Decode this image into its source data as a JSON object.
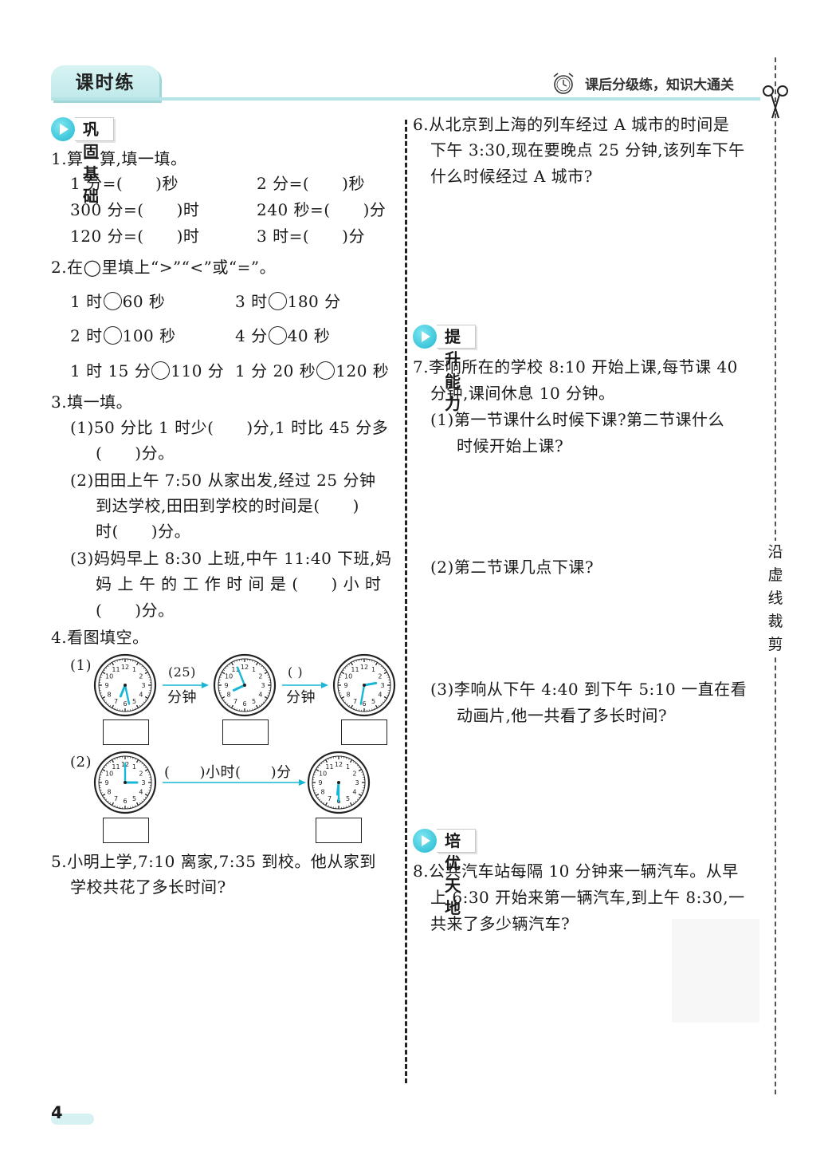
{
  "header": {
    "tab": "课时练",
    "slogan": "课后分级练，知识大通关"
  },
  "sections": {
    "s1": "巩固基础",
    "s2": "提升能力",
    "s3": "培优天地"
  },
  "q1": {
    "stem": "1.算一算,填一填。",
    "a": "1 分=(　　)秒",
    "b": "2 分=(　　)秒",
    "c": "300 分=(　　)时",
    "d": "240 秒=(　　)分",
    "e": "120 分=(　　)时",
    "f": "3 时=(　　)分"
  },
  "q2": {
    "stem": "2.在◯里填上“>”“<”或“=”。",
    "a1": "1 时",
    "a2": "60 秒",
    "b1": "3 时",
    "b2": "180 分",
    "c1": "2 时",
    "c2": "100 秒",
    "d1": "4 分",
    "d2": "40 秒",
    "e1": "1 时 15 分",
    "e2": "110 分",
    "f1": "1 分 20 秒",
    "f2": "120 秒"
  },
  "q3": {
    "stem": "3.填一填。",
    "l1": "(1)50 分比 1 时少(　　)分,1 时比 45 分多",
    "l2": "(　　)分。",
    "l3": "(2)田田上午 7:50 从家出发,经过 25 分钟",
    "l4": "到达学校,田田到学校的时间是(　　)",
    "l5": "时(　　)分。",
    "l6": "(3)妈妈早上 8:30 上班,中午 11:40 下班,妈",
    "l7": "妈 上 午 的 工 作 时 间 是 (　　) 小 时",
    "l8": "(　　)分。"
  },
  "q4": {
    "stem": "4.看图填空。",
    "p1": "(1)",
    "p2": "(2)",
    "arrow1_top": "(25)",
    "arrow1_bottom": "分钟",
    "arrow2_top": "(  )",
    "arrow2_bottom": "分钟",
    "arrow3_top": "(　　)小时(　　)分"
  },
  "q5": {
    "l1": "5.小明上学,7:10 离家,7:35 到校。他从家到",
    "l2": "学校共花了多长时间?"
  },
  "q6": {
    "l1": "6.从北京到上海的列车经过 A 城市的时间是",
    "l2": "下午 3:30,现在要晚点 25 分钟,该列车下午",
    "l3": "什么时候经过 A 城市?"
  },
  "q7": {
    "l1": "7.李响所在的学校 8:10 开始上课,每节课 40",
    "l2": "分钟,课间休息 10 分钟。",
    "s1a": "(1)第一节课什么时候下课?第二节课什么",
    "s1b": "时候开始上课?",
    "s2": "(2)第二节课几点下课?",
    "s3a": "(3)李响从下午 4:40 到下午 5:10 一直在看",
    "s3b": "动画片,他一共看了多长时间?"
  },
  "q8": {
    "l1": "8.公共汽车站每隔 10 分钟来一辆汽车。从早",
    "l2": "上 6:30 开始来第一辆汽车,到上午 8:30,一",
    "l3": "共来了多少辆汽车?"
  },
  "cut_text": [
    "沿",
    "虚",
    "线",
    "裁",
    "剪"
  ],
  "page_number": "4",
  "colors": {
    "accent": "#1fb8d0",
    "header_tab": "#bfe9ea",
    "clock_hand": "#19b7d6"
  }
}
